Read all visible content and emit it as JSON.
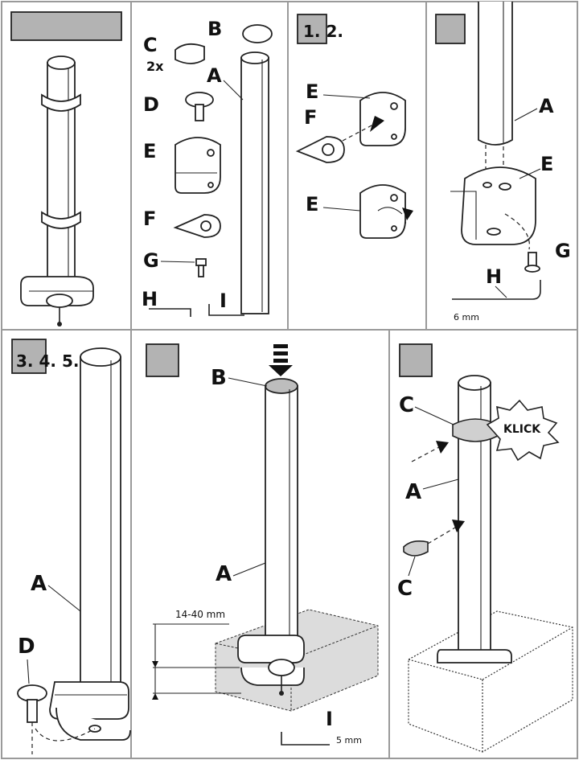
{
  "panel2": {
    "labels": {
      "B": "B",
      "C": "C",
      "C_qty": "2x",
      "A": "A",
      "D": "D",
      "E": "E",
      "F": "F",
      "G": "G",
      "H": "H",
      "I": "I"
    }
  },
  "panel3": {
    "step_badge": "1. 2.",
    "labels": {
      "E_top": "E",
      "F": "F",
      "E_bottom": "E"
    }
  },
  "panel4": {
    "labels": {
      "A": "A",
      "E": "E",
      "G": "G",
      "H": "H"
    },
    "wrench_size": "6 mm"
  },
  "panel5": {
    "step_badge": "3. 4. 5.",
    "labels": {
      "A": "A",
      "D": "D"
    }
  },
  "panel6": {
    "labels": {
      "B": "B",
      "A": "A",
      "I": "I"
    },
    "thickness_range": "14-40 mm",
    "wrench_size": "5 mm"
  },
  "panel7": {
    "labels": {
      "C_top": "C",
      "A": "A",
      "C_bottom": "C"
    },
    "click_text": "KLICK"
  }
}
